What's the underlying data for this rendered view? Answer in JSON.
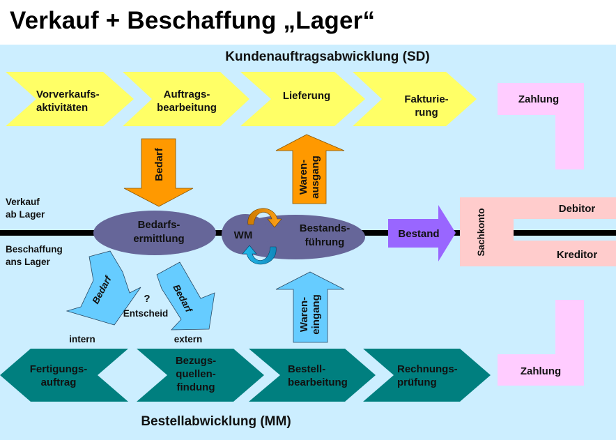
{
  "title": "Verkauf + Beschaffung „Lager“",
  "colors": {
    "background": "#CCEEFF",
    "sd_chevron": "#FFFF66",
    "mm_chevron": "#007F7F",
    "payment": "#FFCCFF",
    "ellipse": "#666699",
    "orange_arrow": "#FF9900",
    "blue_arrow": "#66CCFF",
    "stock_arrow": "#9966FF",
    "account": "#FFCCCC",
    "timeline": "#000000"
  },
  "sd": {
    "header": "Kundenauftragsabwicklung (SD)",
    "steps": [
      {
        "lines": [
          "Vorverkaufs-",
          "aktivitäten"
        ]
      },
      {
        "lines": [
          "Auftrags-",
          "bearbeitung"
        ]
      },
      {
        "lines": [
          "Lieferung"
        ]
      },
      {
        "lines": [
          "Fakturie-",
          "rung"
        ]
      }
    ],
    "payment": "Zahlung"
  },
  "mm": {
    "header": "Bestellabwicklung (MM)",
    "steps": [
      {
        "lines": [
          "Fertigungs-",
          "auftrag"
        ]
      },
      {
        "lines": [
          "Bezugs-",
          "quellen-",
          "findung"
        ]
      },
      {
        "lines": [
          "Bestell-",
          "bearbeitung"
        ]
      },
      {
        "lines": [
          "Rechnungs-",
          "prüfung"
        ]
      }
    ],
    "payment": "Zahlung"
  },
  "side_labels": {
    "sales": [
      "Verkauf",
      "ab Lager"
    ],
    "procurement": [
      "Beschaffung",
      "ans Lager"
    ]
  },
  "center": {
    "requirement_determination": [
      "Bedarfs-",
      "ermittlung"
    ],
    "wm": "WM",
    "inventory_management": [
      "Bestands-",
      "führung"
    ],
    "stock": "Bestand"
  },
  "arrows": {
    "demand_down": "Bedarf",
    "goods_issue": [
      "Waren-",
      "ausgang"
    ],
    "demand_internal": "Bedarf",
    "demand_external": "Bedarf",
    "goods_receipt": [
      "Waren-",
      "eingang"
    ]
  },
  "decision": {
    "question": "?",
    "label": "Entscheid",
    "internal": "intern",
    "external": "extern"
  },
  "accounts": {
    "gl": "Sachkonto",
    "debtor": "Debitor",
    "creditor": "Kreditor"
  }
}
